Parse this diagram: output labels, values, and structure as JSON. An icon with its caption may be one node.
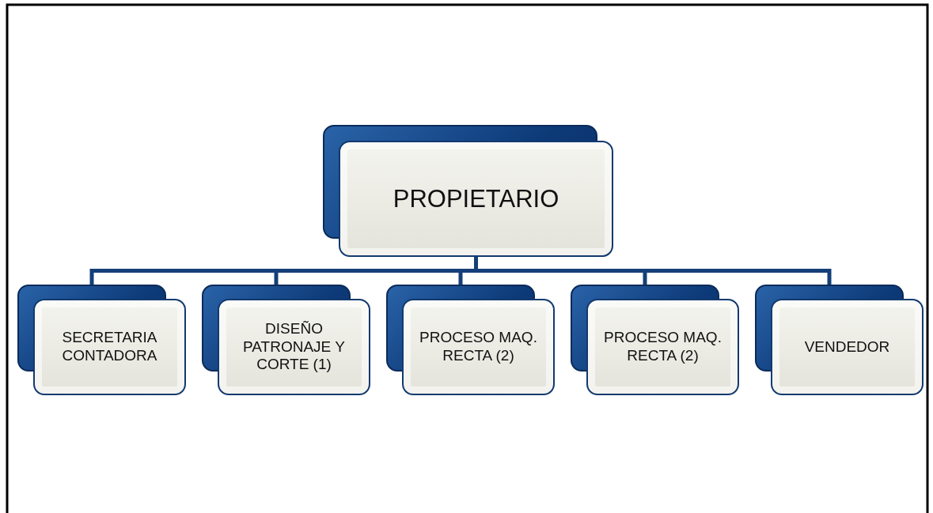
{
  "diagram": {
    "nodes": [
      {
        "text": [
          "PROPIETARIO"
        ]
      },
      {
        "text": [
          "SECRETARIA CONTADORA"
        ]
      },
      {
        "text": [
          "DISEÑO PATRONAJE Y CORTE  (1)"
        ]
      },
      {
        "text": [
          "PROCESO MAQ. RECTA (2)"
        ]
      },
      {
        "text": [
          "PROCESO MAQ. RECTA (2)"
        ]
      },
      {
        "text": [
          "VENDEDOR"
        ]
      }
    ],
    "edges": [
      {
        "from": 0,
        "to": 1,
        "arrow": "none"
      },
      {
        "from": 0,
        "to": 2,
        "arrow": "none"
      },
      {
        "from": 0,
        "to": 3,
        "arrow": "none"
      },
      {
        "from": 0,
        "to": 4,
        "arrow": "none"
      },
      {
        "from": 0,
        "to": 5,
        "arrow": "none"
      }
    ]
  }
}
